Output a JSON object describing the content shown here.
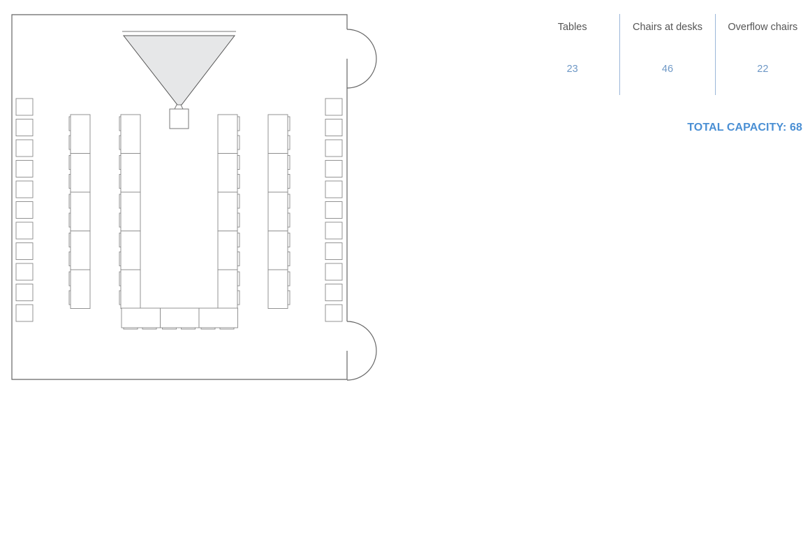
{
  "stats": [
    {
      "label": "Tables",
      "value": "23"
    },
    {
      "label": "Chairs at desks",
      "value": "46"
    },
    {
      "label": "Overflow chairs",
      "value": "22"
    }
  ],
  "total": {
    "label": "TOTAL CAPACITY: 68"
  },
  "colors": {
    "wall": "#666666",
    "furniture": "#888888",
    "screen_fill": "#e6e7e8",
    "accent": "#4a8fd4",
    "value": "#6e98c6",
    "divider": "#9ab6d8"
  },
  "icons": [
    "door-swing-icon",
    "projection-screen-icon",
    "projector-icon",
    "table-icon",
    "chair-icon"
  ]
}
